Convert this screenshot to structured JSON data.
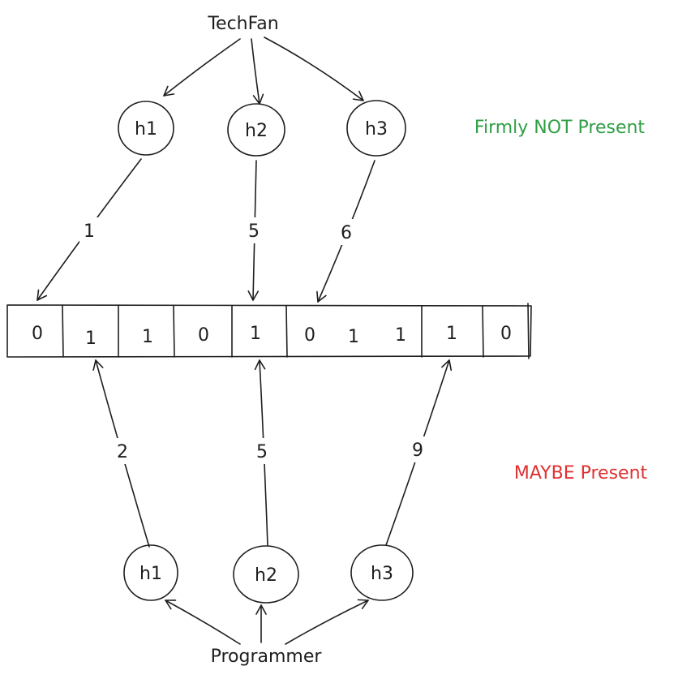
{
  "top_input": {
    "label": "TechFan"
  },
  "bottom_input": {
    "label": "Programmer"
  },
  "top_hashes": [
    "h1",
    "h2",
    "h3"
  ],
  "bottom_hashes": [
    "h1",
    "h2",
    "h3"
  ],
  "top_indices": [
    "1",
    "5",
    "6"
  ],
  "bottom_indices": [
    "2",
    "5",
    "9"
  ],
  "bit_array": [
    "0",
    "1",
    "1",
    "0",
    "1",
    "0",
    "1",
    "1",
    "1",
    "0"
  ],
  "top_result": {
    "text": "Firmly NOT Present",
    "color": "#2f9e44"
  },
  "bottom_result": {
    "text": "MAYBE Present",
    "color": "#e03131"
  }
}
